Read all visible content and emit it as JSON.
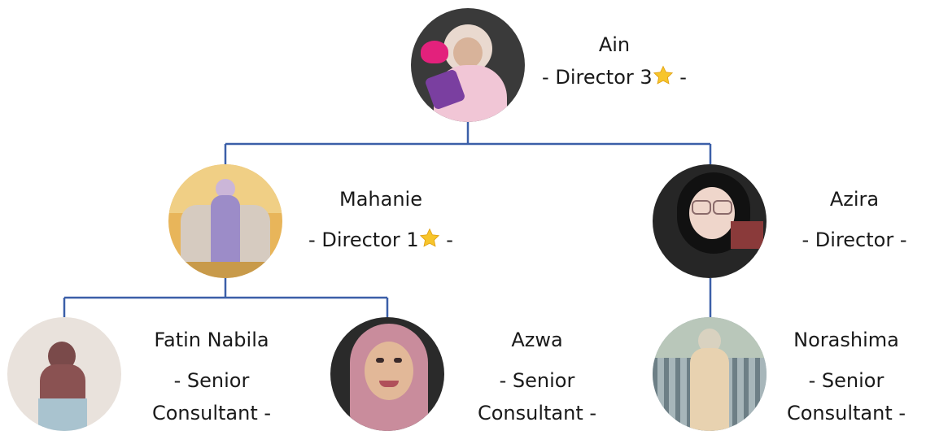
{
  "colors": {
    "connector": "#3b5fa8",
    "text": "#1a1a1a",
    "star": "#f7c52b"
  },
  "nodes": {
    "ain": {
      "name": "Ain",
      "role_prefix": "- Director 3",
      "role_suffix": " -",
      "badge": "star-icon"
    },
    "mahanie": {
      "name": "Mahanie",
      "role_prefix": "- Director 1",
      "role_suffix": " -",
      "badge": "star-icon"
    },
    "azira": {
      "name": "Azira",
      "role": "- Director -"
    },
    "fatin": {
      "name": "Fatin Nabila",
      "role_line1": "- Senior",
      "role_line2": "Consultant -"
    },
    "azwa": {
      "name": "Azwa",
      "role_line1": "- Senior",
      "role_line2": "Consultant -"
    },
    "norashima": {
      "name": "Norashima",
      "role_line1": "- Senior",
      "role_line2": "Consultant -"
    }
  }
}
